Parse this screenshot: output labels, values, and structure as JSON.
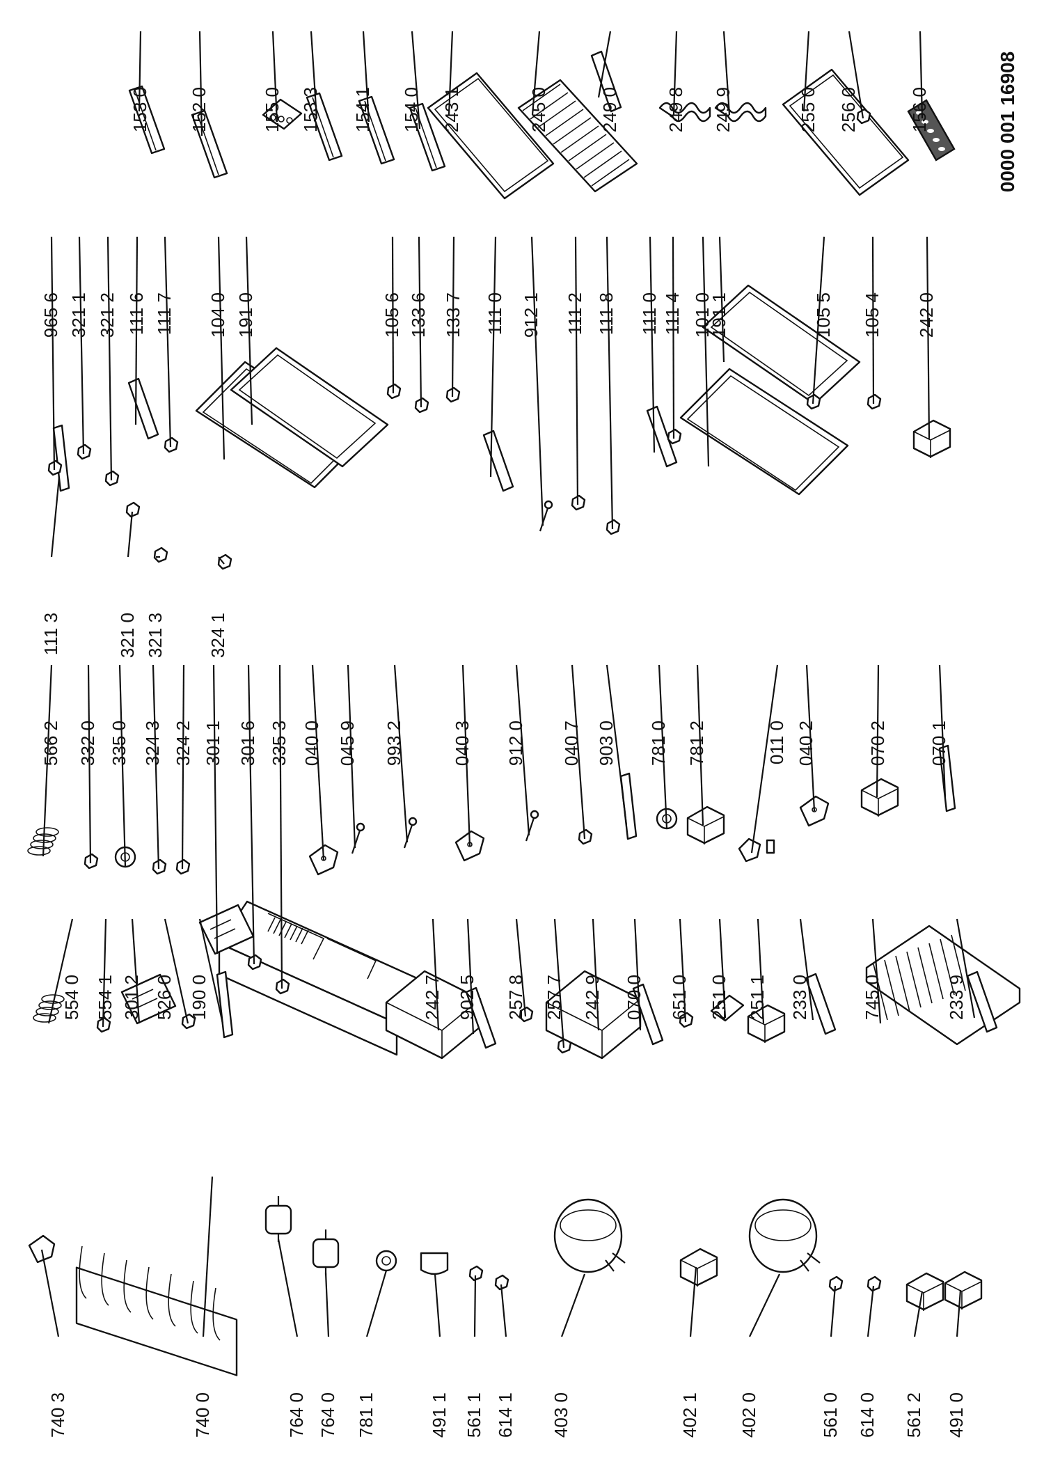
{
  "document_number": "0000 001 16908",
  "parts": [
    {
      "label": "740 3",
      "shape": "clip"
    },
    {
      "label": "740 0",
      "shape": "coil-condenser"
    },
    {
      "label": "764 0",
      "shape": "cylinder"
    },
    {
      "label": "764 0",
      "shape": "cylinder"
    },
    {
      "label": "781 1",
      "shape": "round-knob"
    },
    {
      "label": "491 1",
      "shape": "cap"
    },
    {
      "label": "561 1",
      "shape": "small"
    },
    {
      "label": "614 1",
      "shape": "small"
    },
    {
      "label": "403 0",
      "shape": "compressor"
    },
    {
      "label": "402 1",
      "shape": "box"
    },
    {
      "label": "402 0",
      "shape": "compressor"
    },
    {
      "label": "561 0",
      "shape": "small"
    },
    {
      "label": "614 0",
      "shape": "small"
    },
    {
      "label": "561 2",
      "shape": "box"
    },
    {
      "label": "491 0",
      "shape": "box"
    },
    {
      "label": "554 0",
      "shape": "spring"
    },
    {
      "label": "554 1",
      "shape": "small"
    },
    {
      "label": "301 2",
      "shape": "panel"
    },
    {
      "label": "526 0",
      "shape": "small"
    },
    {
      "label": "190 0",
      "shape": "rod"
    },
    {
      "label": "242 7",
      "shape": "drawer"
    },
    {
      "label": "902 5",
      "shape": "bar"
    },
    {
      "label": "257 8",
      "shape": "small"
    },
    {
      "label": "257 7",
      "shape": "small"
    },
    {
      "label": "242 9",
      "shape": "drawer"
    },
    {
      "label": "070 0",
      "shape": "bar"
    },
    {
      "label": "651 0",
      "shape": "small"
    },
    {
      "label": "251 0",
      "shape": "plate"
    },
    {
      "label": "251 1",
      "shape": "box"
    },
    {
      "label": "233 0",
      "shape": "bar"
    },
    {
      "label": "745 0",
      "shape": "wire-basket"
    },
    {
      "label": "233 9",
      "shape": "bar"
    },
    {
      "label": "566 2",
      "shape": "spring"
    },
    {
      "label": "332 0",
      "shape": "small"
    },
    {
      "label": "335 0",
      "shape": "round-knob"
    },
    {
      "label": "324 3",
      "shape": "small"
    },
    {
      "label": "324 2",
      "shape": "small"
    },
    {
      "label": "301 1",
      "shape": "panel"
    },
    {
      "label": "301 6",
      "shape": "small"
    },
    {
      "label": "335 3",
      "shape": "small"
    },
    {
      "label": "040 0",
      "shape": "bracket"
    },
    {
      "label": "045 9",
      "shape": "pin"
    },
    {
      "label": "993 2",
      "shape": "pin"
    },
    {
      "label": "040 3",
      "shape": "bracket"
    },
    {
      "label": "912 0",
      "shape": "pin"
    },
    {
      "label": "040 7",
      "shape": "small"
    },
    {
      "label": "903 0",
      "shape": "rod"
    },
    {
      "label": "781 0",
      "shape": "round-knob"
    },
    {
      "label": "781 2",
      "shape": "box"
    },
    {
      "label": "011 0",
      "shape": "hinge"
    },
    {
      "label": "040 2",
      "shape": "bracket"
    },
    {
      "label": "070 2",
      "shape": "box"
    },
    {
      "label": "070 1",
      "shape": "rod"
    },
    {
      "label": "111 3",
      "shape": "rod"
    },
    {
      "label": "965 6",
      "shape": "small"
    },
    {
      "label": "321 1",
      "shape": "small"
    },
    {
      "label": "321 2",
      "shape": "small"
    },
    {
      "label": "111 6",
      "shape": "bar"
    },
    {
      "label": "111 7",
      "shape": "small"
    },
    {
      "label": "321 0",
      "shape": "small"
    },
    {
      "label": "321 3",
      "shape": "small"
    },
    {
      "label": "324 1",
      "shape": "small"
    },
    {
      "label": "104 0",
      "shape": "door"
    },
    {
      "label": "191 0",
      "shape": "gasket"
    },
    {
      "label": "105 6",
      "shape": "small"
    },
    {
      "label": "133 6",
      "shape": "small"
    },
    {
      "label": "133 7",
      "shape": "small"
    },
    {
      "label": "111 0",
      "shape": "bar"
    },
    {
      "label": "912 1",
      "shape": "pin"
    },
    {
      "label": "111 2",
      "shape": "small"
    },
    {
      "label": "111 8",
      "shape": "small"
    },
    {
      "label": "111 0",
      "shape": "bar"
    },
    {
      "label": "111 4",
      "shape": "small"
    },
    {
      "label": "101 0",
      "shape": "door"
    },
    {
      "label": "191 1",
      "shape": "gasket"
    },
    {
      "label": "105 5",
      "shape": "small"
    },
    {
      "label": "105 4",
      "shape": "small"
    },
    {
      "label": "242 0",
      "shape": "box"
    },
    {
      "label": "153 0",
      "shape": "balcony"
    },
    {
      "label": "152 0",
      "shape": "balcony"
    },
    {
      "label": "155 0",
      "shape": "egg-tray"
    },
    {
      "label": "153 3",
      "shape": "balcony"
    },
    {
      "label": "154 1",
      "shape": "balcony"
    },
    {
      "label": "154 0",
      "shape": "balcony"
    },
    {
      "label": "243 1",
      "shape": "shelf"
    },
    {
      "label": "245 0",
      "shape": "wire-shelf"
    },
    {
      "label": "249 0",
      "shape": "bar"
    },
    {
      "label": "249 8",
      "shape": "wavy"
    },
    {
      "label": "249 9",
      "shape": "wavy"
    },
    {
      "label": "255 0",
      "shape": "shelf"
    },
    {
      "label": "256 0",
      "shape": "small"
    },
    {
      "label": "156 0",
      "shape": "ice-tray"
    }
  ]
}
